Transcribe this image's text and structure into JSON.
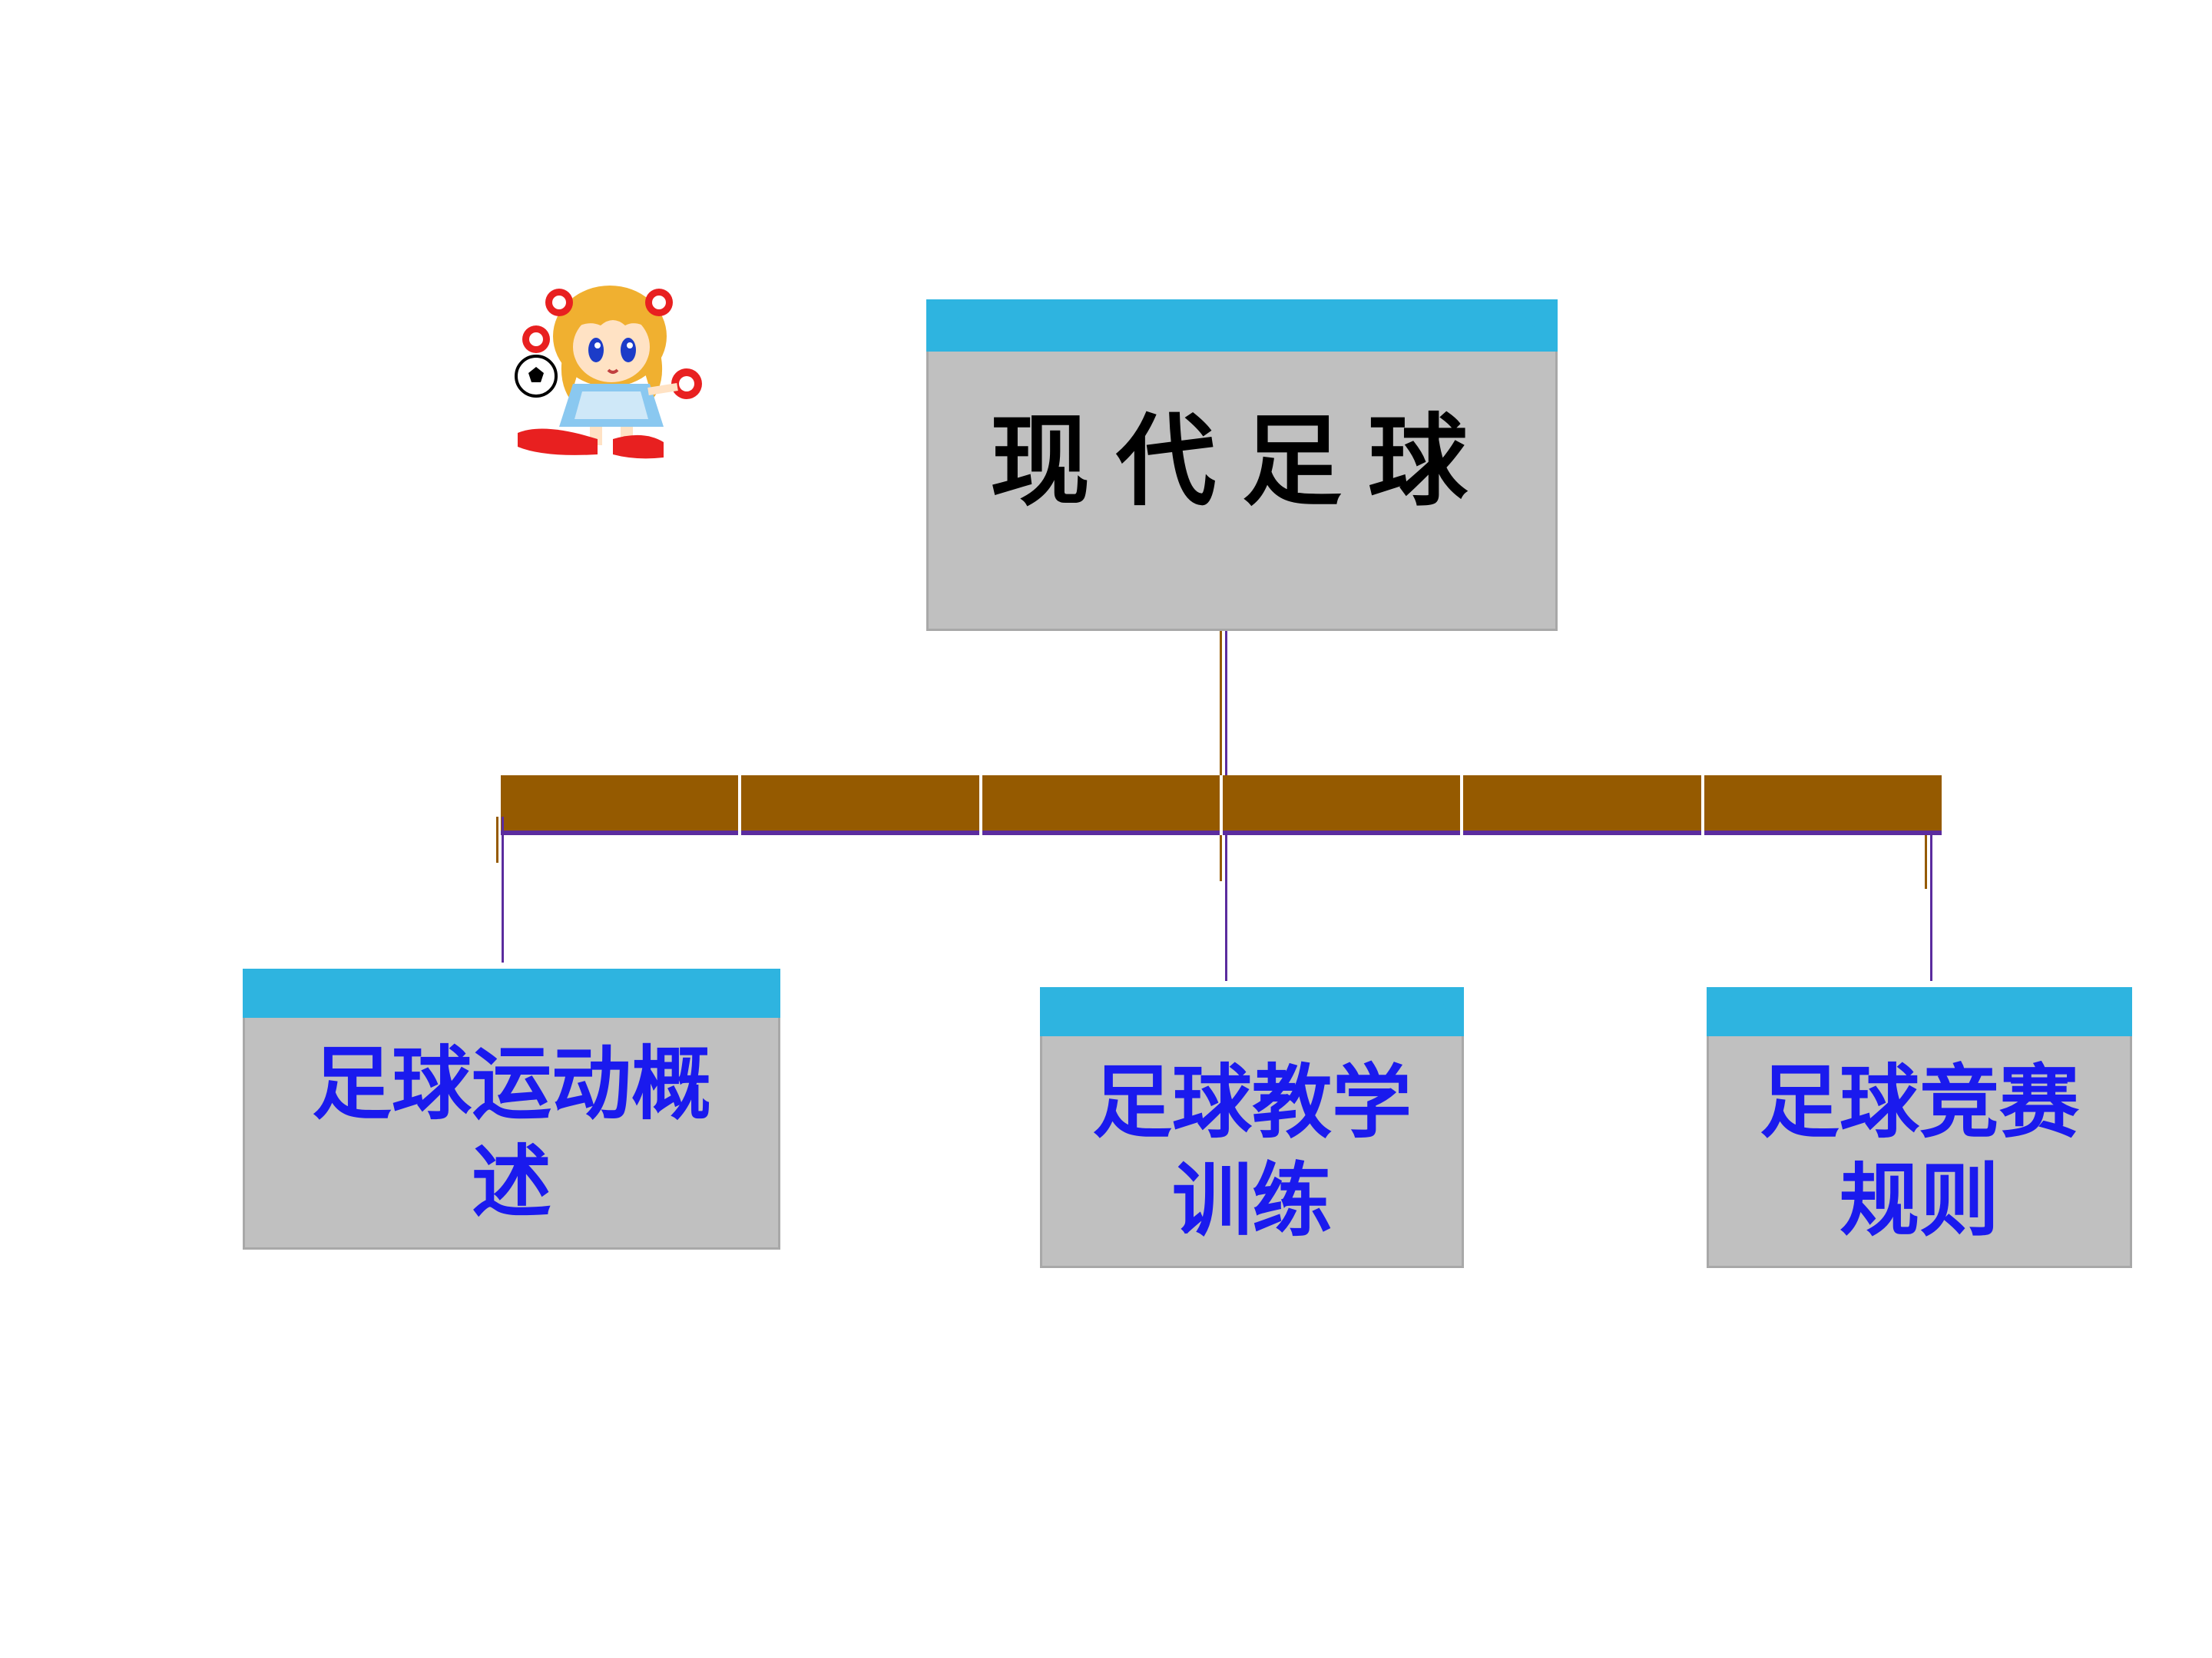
{
  "diagram": {
    "root": {
      "label": "现代足球"
    },
    "children": [
      {
        "label": "足球运动概\n述"
      },
      {
        "label": "足球教学\n训练"
      },
      {
        "label": "足球竞赛\n规则"
      }
    ]
  },
  "colors": {
    "box_top": "#2eb4e0",
    "box_fill": "#c0c0c0",
    "bar_fill": "#955a00",
    "line_purple": "#5b2c9e",
    "child_text": "#1a1aee",
    "root_text": "#000000"
  },
  "icons": {
    "mascot": "soccer-girl-mascot-icon"
  }
}
